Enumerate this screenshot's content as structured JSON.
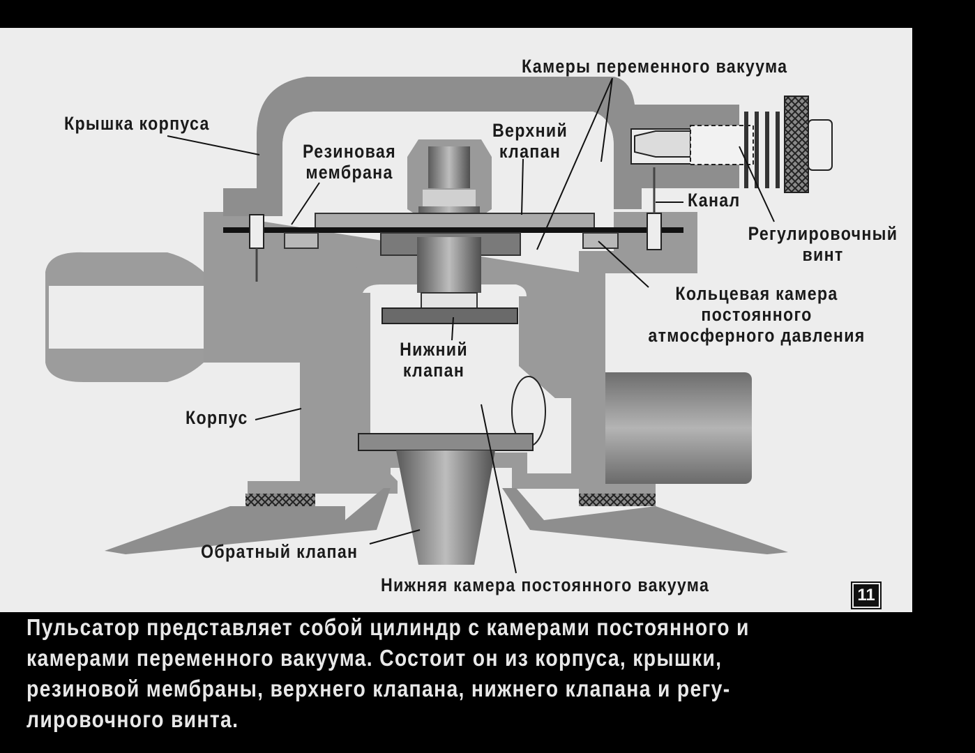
{
  "labels": {
    "kryshka": "Крышка корпуса",
    "kamery_line1": "Камеры переменного вакуума",
    "verhniy_line1": "Верхний",
    "verhniy_line2": "клапан",
    "rezinovaya_line1": "Резиновая",
    "rezinovaya_line2": "мембрана",
    "kanal": "Канал",
    "regul_line1": "Регулировочный",
    "regul_line2": "винт",
    "kolc_line1": "Кольцевая камера",
    "kolc_line2": "постоянного",
    "kolc_line3": "атмосферного давления",
    "nizhniy_line1": "Нижний",
    "nizhniy_line2": "клапан",
    "korpus": "Корпус",
    "obratny": "Обратный клапан",
    "nizhnyaya": "Нижняя камера постоянного вакуума"
  },
  "page_number": "11",
  "caption": {
    "line1": "Пульсатор представляет собой цилиндр с камерами постоянного и",
    "line2": "камерами переменного вакуума. Состоит он из корпуса, крышки,",
    "line3": "резиновой мембраны, верхнего клапана, нижнего клапана и регу-",
    "line4": "лировочного винта."
  },
  "colors": {
    "background": "#000000",
    "paper": "#ededed",
    "metal_mid": "#8f8f8f",
    "metal_dark": "#4a4a4a",
    "ink": "#1a1a1a"
  }
}
